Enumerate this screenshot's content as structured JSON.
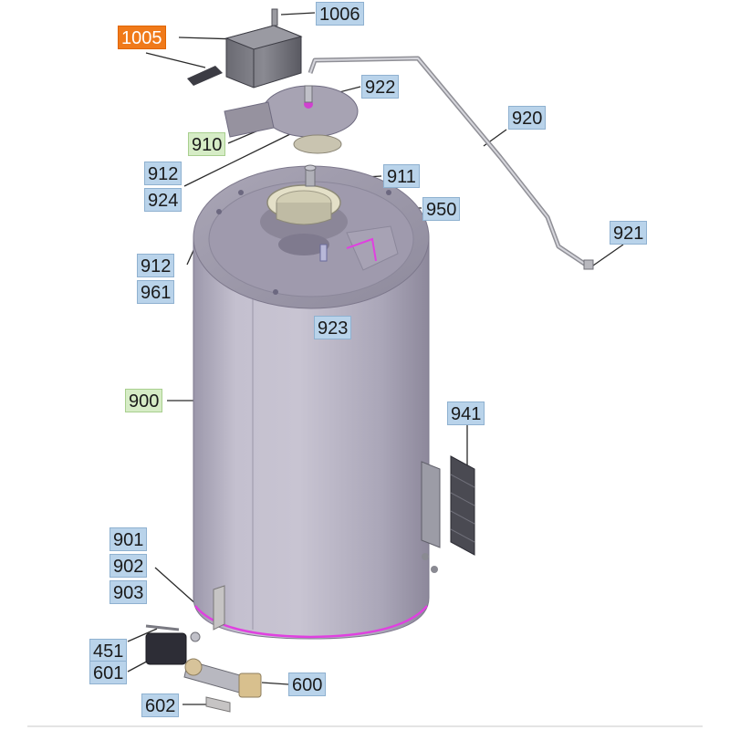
{
  "diagram": {
    "callouts": [
      {
        "id": "1006",
        "label": "1006",
        "style": "blue"
      },
      {
        "id": "1005",
        "label": "1005",
        "style": "orange"
      },
      {
        "id": "922",
        "label": "922",
        "style": "blue"
      },
      {
        "id": "920",
        "label": "920",
        "style": "blue"
      },
      {
        "id": "910",
        "label": "910",
        "style": "green"
      },
      {
        "id": "912a",
        "label": "912",
        "style": "blue"
      },
      {
        "id": "924",
        "label": "924",
        "style": "blue"
      },
      {
        "id": "911",
        "label": "911",
        "style": "blue"
      },
      {
        "id": "950",
        "label": "950",
        "style": "blue"
      },
      {
        "id": "921",
        "label": "921",
        "style": "blue"
      },
      {
        "id": "912b",
        "label": "912",
        "style": "blue"
      },
      {
        "id": "961",
        "label": "961",
        "style": "blue"
      },
      {
        "id": "923",
        "label": "923",
        "style": "blue"
      },
      {
        "id": "900",
        "label": "900",
        "style": "green"
      },
      {
        "id": "941",
        "label": "941",
        "style": "blue"
      },
      {
        "id": "901",
        "label": "901",
        "style": "blue"
      },
      {
        "id": "902",
        "label": "902",
        "style": "blue"
      },
      {
        "id": "903",
        "label": "903",
        "style": "blue"
      },
      {
        "id": "451",
        "label": "451",
        "style": "blue"
      },
      {
        "id": "601",
        "label": "601",
        "style": "blue"
      },
      {
        "id": "600",
        "label": "600",
        "style": "blue"
      },
      {
        "id": "602",
        "label": "602",
        "style": "blue"
      }
    ],
    "colors": {
      "callout_blue": "#b9d3ea",
      "callout_green": "#d6ecc6",
      "callout_orange": "#f07a1a",
      "tank_body": "#b8b4c4",
      "tank_shadow": "#8d889b",
      "metal": "#c6c4c4",
      "dark_part": "#3c3c44",
      "accent_magenta": "#e040e0"
    }
  }
}
